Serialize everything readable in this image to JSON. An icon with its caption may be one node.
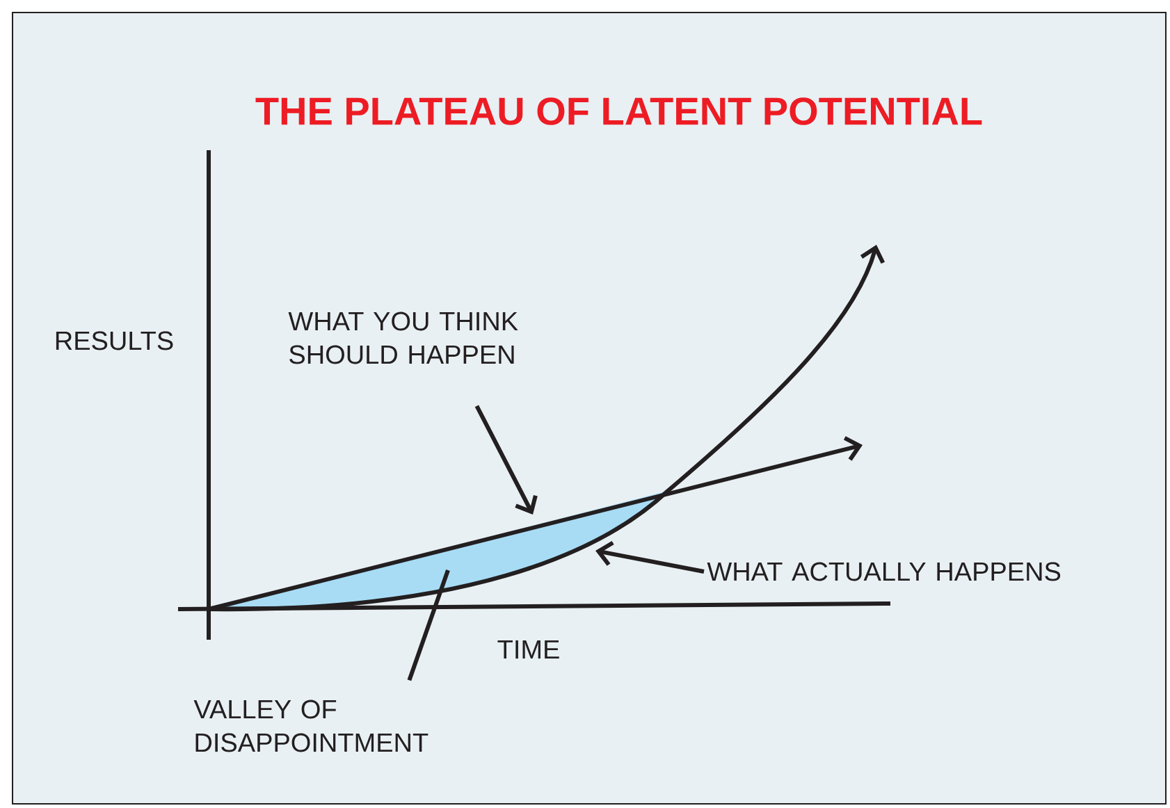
{
  "diagram": {
    "title": "THE PLATEAU OF LATENT POTENTIAL",
    "nodes": [
      {
        "text": [
          "WHAT YOU THINK SHOULD HAPPEN"
        ]
      },
      {
        "text": [
          "WHAT ACTUALLY HAPPENS"
        ]
      },
      {
        "text": [
          "VALLEY OF DISAPPOINTMENT"
        ]
      }
    ],
    "edges": [
      {
        "from": 0,
        "to": null,
        "arrow": "to"
      },
      {
        "from": 1,
        "to": null,
        "arrow": "to"
      },
      {
        "from": 2,
        "to": null,
        "arrow": "none"
      }
    ],
    "labels": [
      "RESULTS",
      "TIME"
    ]
  }
}
